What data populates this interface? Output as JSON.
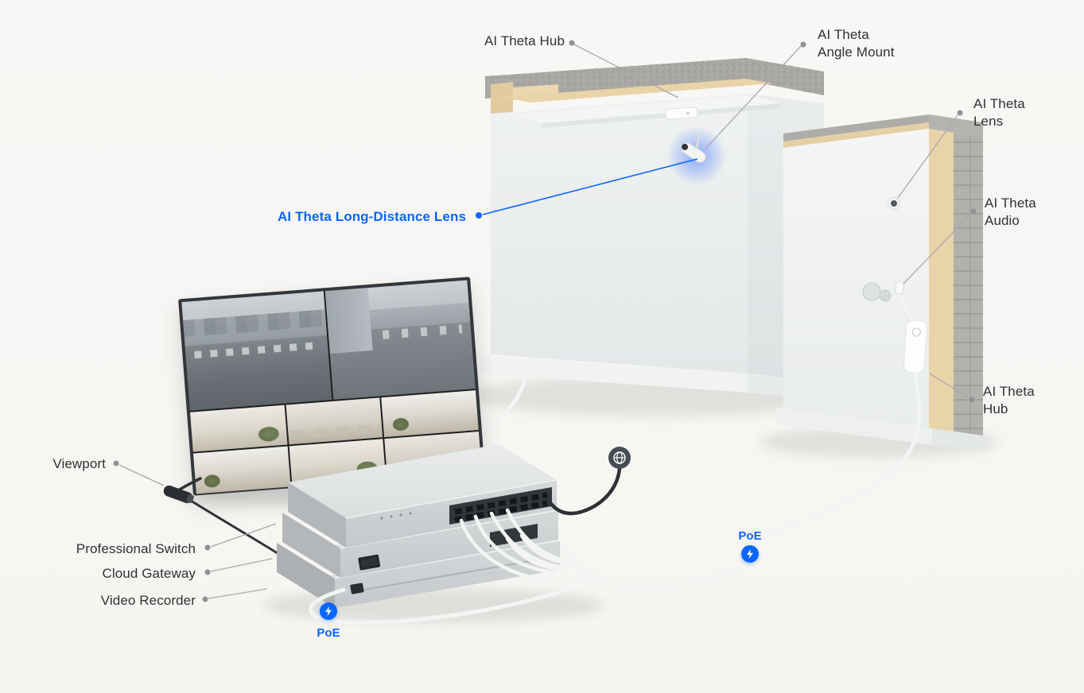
{
  "page": {
    "background_color": "#f7f6f4",
    "accent_color": "#0a66ff",
    "leader_line_color": "#a8a9ab"
  },
  "labels": {
    "hub_top": "AI Theta Hub",
    "angle_mount": {
      "line1": "AI Theta",
      "line2": "Angle Mount"
    },
    "lens": {
      "line1": "AI Theta",
      "line2": "Lens"
    },
    "audio": {
      "line1": "AI Theta",
      "line2": "Audio"
    },
    "hub_right": {
      "line1": "AI Theta",
      "line2": "Hub"
    },
    "long_distance_lens": "AI Theta Long-Distance Lens",
    "viewport": "Viewport",
    "professional_switch": "Professional Switch",
    "cloud_gateway": "Cloud Gateway",
    "video_recorder": "Video Recorder",
    "poe_left": "PoE",
    "poe_right": "PoE"
  },
  "icons": {
    "globe": "globe-icon",
    "poe_bolt": "lightning-bolt-icon"
  },
  "monitor": {
    "street_views": 2,
    "office_views": 6
  }
}
